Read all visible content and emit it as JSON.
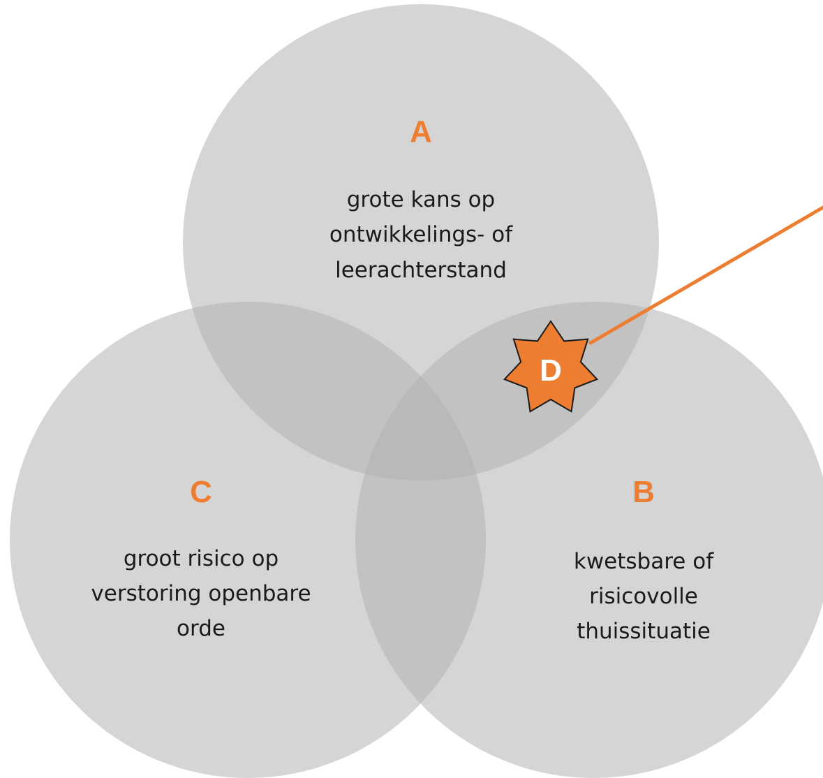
{
  "colors": {
    "accent": "#ED7D31",
    "circle_fill": "#b3b3b3",
    "text": "#1a1a1a",
    "marker_text": "#ffffff"
  },
  "diagram": {
    "type": "venn",
    "sets": [
      {
        "id": "A",
        "letter": "A",
        "lines": [
          "grote kans op",
          "ontwikkelings- of",
          "leerachterstand"
        ]
      },
      {
        "id": "B",
        "letter": "B",
        "lines": [
          "kwetsbare of",
          "risicovolle",
          "thuissituatie"
        ]
      },
      {
        "id": "C",
        "letter": "C",
        "lines": [
          "groot risico op",
          "verstoring openbare",
          "orde"
        ]
      }
    ],
    "marker": {
      "letter": "D",
      "shape": "seven-point-star",
      "overlap": [
        "A",
        "B"
      ]
    }
  }
}
